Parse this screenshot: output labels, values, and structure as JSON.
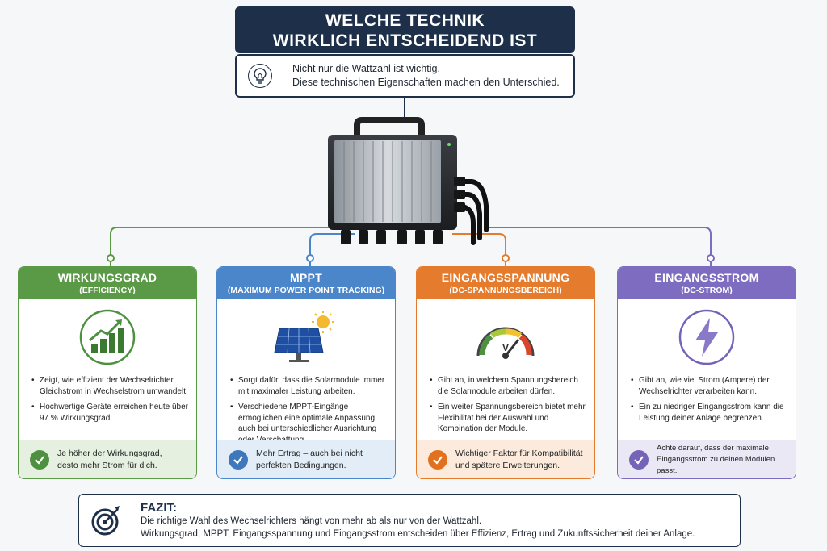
{
  "header": {
    "title_line1": "WELCHE TECHNIK",
    "title_line2": "WIRKLICH ENTSCHEIDEND IST",
    "intro_line1": "Nicht nur die Wattzahl ist wichtig.",
    "intro_line2": "Diese technischen Eigenschaften machen den Unterschied.",
    "intro_icon": "lightbulb-icon"
  },
  "device": {
    "icon": "microinverter-image"
  },
  "cards": [
    {
      "title": "WIRKUNGSGRAD",
      "subtitle": "(EFFICIENCY)",
      "color": "#5a9a46",
      "icon": "growth-chart-icon",
      "bullets": [
        "Zeigt, wie effizient der Wechselrichter Gleichstrom in Wechselstrom umwandelt.",
        "Hochwertige Geräte erreichen heute über 97 % Wirkungsgrad."
      ],
      "footer": "Je höher der Wirkungsgrad, desto mehr Strom für dich."
    },
    {
      "title": "MPPT",
      "subtitle": "(MAXIMUM POWER POINT TRACKING)",
      "color": "#4a86c9",
      "icon": "solar-panel-sun-icon",
      "bullets": [
        "Sorgt dafür, dass die Solarmodule immer mit maximaler Leistung arbeiten.",
        "Verschiedene MPPT-Eingänge ermöglichen eine optimale Anpassung, auch bei unterschiedlicher Ausrichtung oder Verschattung."
      ],
      "footer": "Mehr Ertrag – auch bei nicht perfekten Bedingungen."
    },
    {
      "title": "EINGANGSSPANNUNG",
      "subtitle": "(DC-SPANNUNGSBEREICH)",
      "color": "#e57b2c",
      "icon": "voltmeter-gauge-icon",
      "gauge_unit": "V",
      "bullets": [
        "Gibt an, in welchem Spannungsbereich die Solarmodule arbeiten dürfen.",
        "Ein weiter Spannungsbereich bietet mehr Flexibilität bei der Auswahl und Kombination der Module."
      ],
      "footer": "Wichtiger Faktor für Kompatibilität und spätere Erweiterungen."
    },
    {
      "title": "EINGANGSSTROM",
      "subtitle": "(DC-STROM)",
      "color": "#7d6cbf",
      "icon": "lightning-bolt-icon",
      "bullets": [
        "Gibt an, wie viel Strom (Ampere) der Wechselrichter verarbeiten kann.",
        "Ein zu niedriger Eingangsstrom kann die Leistung deiner Anlage begrenzen."
      ],
      "footer": "Achte darauf, dass der maximale Eingangsstrom zu deinen Modulen passt."
    }
  ],
  "fazit": {
    "title": "FAZIT:",
    "line1": "Die richtige Wahl des Wechselrichters hängt von mehr ab als nur von der Wattzahl.",
    "line2": "Wirkungsgrad, MPPT, Eingangsspannung und Eingangsstrom entscheiden über Effizienz, Ertrag und Zukunftssicherheit deiner Anlage.",
    "icon": "target-arrow-icon"
  }
}
